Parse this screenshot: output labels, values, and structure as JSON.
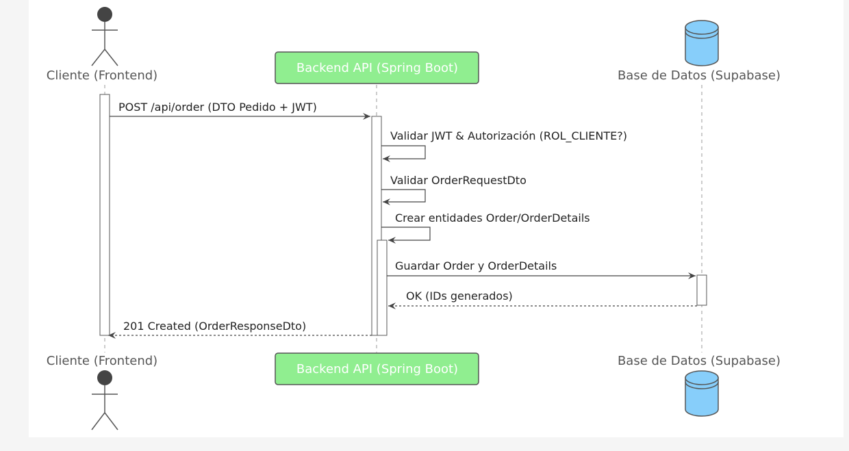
{
  "participants": {
    "client": {
      "label": "Cliente (Frontend)",
      "type": "actor"
    },
    "backend": {
      "label": "Backend API (Spring Boot)",
      "type": "participant",
      "fill": "#90ee90"
    },
    "db": {
      "label": "Base de Datos (Supabase)",
      "type": "database",
      "fill": "#87cefa"
    }
  },
  "messages": [
    {
      "from": "client",
      "to": "backend",
      "label": "POST /api/order (DTO Pedido + JWT)",
      "style": "solid"
    },
    {
      "from": "backend",
      "to": "backend",
      "label": "Validar JWT & Autorización (ROL_CLIENTE?)",
      "style": "self"
    },
    {
      "from": "backend",
      "to": "backend",
      "label": "Validar OrderRequestDto",
      "style": "self"
    },
    {
      "from": "backend",
      "to": "backend",
      "label": "Crear entidades Order/OrderDetails",
      "style": "self"
    },
    {
      "from": "backend",
      "to": "db",
      "label": "Guardar Order y OrderDetails",
      "style": "solid"
    },
    {
      "from": "db",
      "to": "backend",
      "label": "OK (IDs generados)",
      "style": "dashed"
    },
    {
      "from": "backend",
      "to": "client",
      "label": "201 Created (OrderResponseDto)",
      "style": "dashed"
    }
  ]
}
